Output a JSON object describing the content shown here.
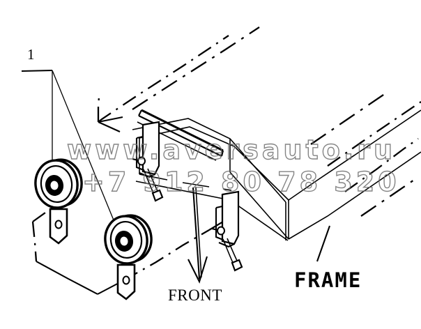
{
  "diagram": {
    "kind": "exploded-parts-diagram",
    "subject": "Horn assembly mounted to truck frame",
    "background_color": "#ffffff",
    "ink_color": "#000000"
  },
  "callouts": [
    {
      "id": "1",
      "label": "1",
      "name": "item-number-1",
      "points_to": [
        "horn-left",
        "horn-right"
      ]
    }
  ],
  "labels": {
    "front": "FRONT",
    "frame": "FRAME"
  },
  "watermark": {
    "url": "www.aversauto.ru",
    "phone": "+7 912 80 78 320",
    "stroke_color": "#6e6e6e"
  },
  "parts": [
    {
      "name": "horn-left",
      "item": "1",
      "shape": "disc-with-mounting-tab"
    },
    {
      "name": "horn-right",
      "item": "1",
      "shape": "disc-with-mounting-tab"
    },
    {
      "name": "horn-bracket-left",
      "shape": "stamped-angle-bracket"
    },
    {
      "name": "horn-bracket-right",
      "shape": "stamped-angle-bracket"
    },
    {
      "name": "crossmember-tube",
      "shape": "round-tube"
    },
    {
      "name": "frame-rail",
      "shape": "isometric-channel"
    }
  ],
  "annotations": {
    "front_arrow_direction": "down",
    "frame_leader_target": "frame-rail-top-flange"
  }
}
